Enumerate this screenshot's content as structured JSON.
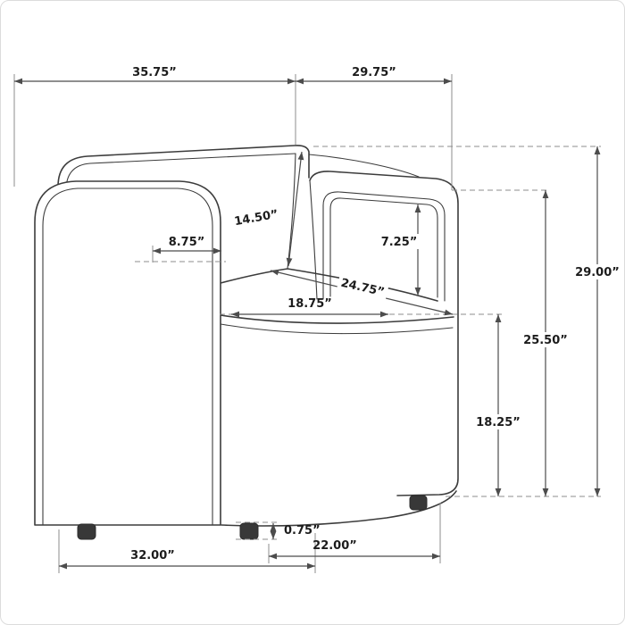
{
  "page": {
    "title": "Armchair dimension diagram",
    "background_color": "#ffffff",
    "line_color": "#3c3c3c",
    "dimension_line_color": "#4c4c4c",
    "text_color": "#1c1c1c"
  },
  "diagram": {
    "subject": "upholstered armchair line drawing with dimension callouts",
    "dimensions": {
      "top_width_left": "35.75”",
      "top_width_right": "29.75”",
      "overall_height": "29.00”",
      "arm_height": "25.50”",
      "seat_height": "18.25”",
      "back_cushion_height": "14.50”",
      "arm_top_width": "8.75”",
      "inner_arm_height": "7.25”",
      "seat_depth_diagonal": "24.75”",
      "seat_width": "18.75”",
      "leg_height": "0.75”",
      "base_width": "32.00”",
      "front_width": "22.00”"
    }
  }
}
